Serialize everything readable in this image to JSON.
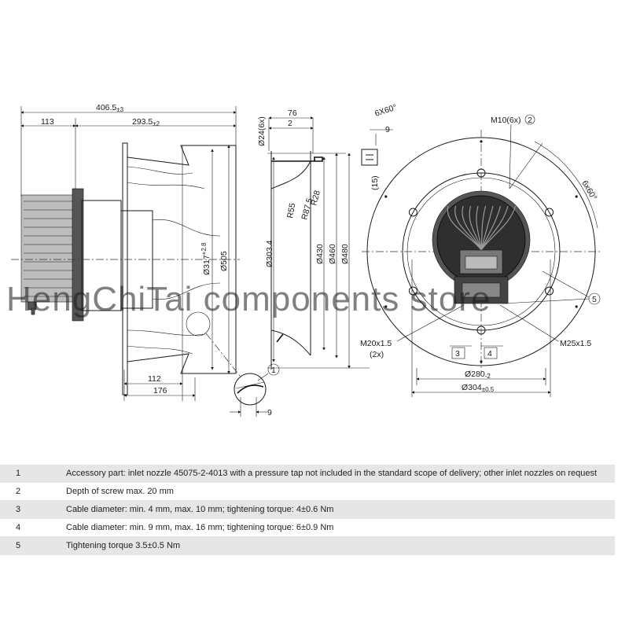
{
  "watermark": "HengChiTai components store",
  "side_view": {
    "dim_overall": "406.5",
    "dim_overall_tol": "±3",
    "dim_left": "113",
    "dim_right": "293.5",
    "dim_right_tol": "±2",
    "dim_dia_317": "Ø317",
    "dim_dia_317_tol": "+2.8",
    "dim_dia_505": "Ø505",
    "dim_112": "112",
    "dim_176": "176",
    "dim_9": "9",
    "callout_1": "1"
  },
  "section_view": {
    "dim_76": "76",
    "dim_2": "2",
    "dim_bolt": "Ø24(6x)",
    "r28": "R28",
    "r87": "R87.5",
    "r55": "R55",
    "dia_303": "Ø303.4",
    "dia_430": "Ø430",
    "dia_460": "Ø460",
    "dia_480": "Ø480"
  },
  "detail_view": {
    "chamfer": "6X60°",
    "dim_9": "9",
    "dim_15": "(15)"
  },
  "front_view": {
    "m10": "M10(6x)",
    "callout_2": "2",
    "angle": "6x60°",
    "callout_5": "5",
    "m20": "M20x1.5",
    "m20_count": "(2x)",
    "m25": "M25x1.5",
    "callout_3": "3",
    "callout_4": "4",
    "dia_280": "Ø280",
    "dia_280_tol": "-2",
    "dia_304": "Ø304",
    "dia_304_tol": "±0.5"
  },
  "notes": [
    {
      "num": "1",
      "text": "Accessory part: inlet nozzle 45075-2-4013 with a pressure tap not included in the standard scope of delivery; other inlet nozzles on request"
    },
    {
      "num": "2",
      "text": "Depth of screw max. 20 mm"
    },
    {
      "num": "3",
      "text": "Cable diameter: min. 4 mm, max. 10 mm; tightening torque: 4±0.6 Nm"
    },
    {
      "num": "4",
      "text": "Cable diameter: min. 9 mm, max. 16 mm; tightening torque: 6±0.9 Nm"
    },
    {
      "num": "5",
      "text": "Tightening torque 3.5±0.5 Nm"
    }
  ]
}
